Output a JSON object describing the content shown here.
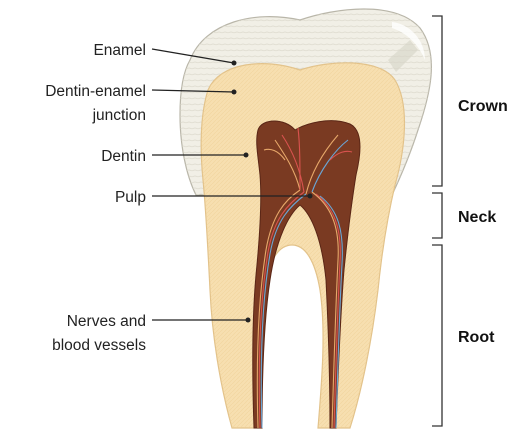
{
  "labels": {
    "enamel": "Enamel",
    "dej_line1": "Dentin-enamel",
    "dej_line2": "junction",
    "dentin": "Dentin",
    "pulp": "Pulp",
    "nerves_line1": "Nerves and",
    "nerves_line2": "blood vessels"
  },
  "regions": {
    "crown": "Crown",
    "neck": "Neck",
    "root": "Root"
  },
  "colors": {
    "enamel": "#f1efe6",
    "dentin": "#f7dfb0",
    "pulp": "#7a3a22",
    "nerve": "#e7a86a",
    "vessel_red": "#d9534f",
    "vessel_blue": "#6aa6d6"
  }
}
